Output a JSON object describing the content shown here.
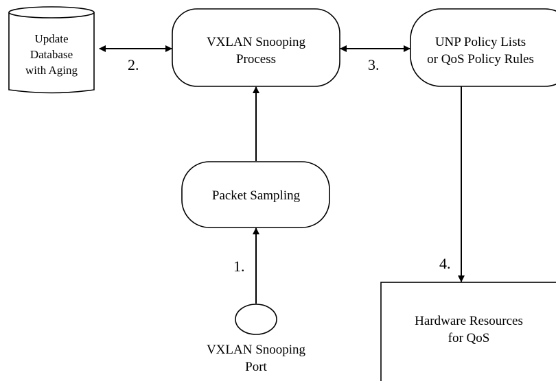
{
  "nodes": {
    "database": {
      "lines": [
        "Update",
        "Database",
        "with Aging"
      ],
      "shape": "cylinder"
    },
    "process": {
      "lines": [
        "VXLAN Snooping",
        "Process"
      ],
      "shape": "rounded-rectangle"
    },
    "policy": {
      "lines": [
        "UNP Policy Lists",
        "or QoS Policy Rules"
      ],
      "shape": "rounded-rectangle"
    },
    "sampling": {
      "lines": [
        "Packet Sampling"
      ],
      "shape": "rounded-rectangle"
    },
    "port": {
      "lines": [
        "VXLAN Snooping",
        "Port"
      ],
      "shape": "ellipse"
    },
    "hardware": {
      "lines": [
        "Hardware Resources",
        "for QoS"
      ],
      "shape": "rectangle"
    }
  },
  "steps": {
    "step1": "1.",
    "step2": "2.",
    "step3": "3.",
    "step4": "4."
  },
  "edges": [
    {
      "from": "port",
      "to": "sampling",
      "direction": "forward",
      "label": "step1"
    },
    {
      "from": "sampling",
      "to": "process",
      "direction": "forward",
      "label": ""
    },
    {
      "from": "database",
      "to": "process",
      "direction": "both",
      "label": "step2"
    },
    {
      "from": "process",
      "to": "policy",
      "direction": "both",
      "label": "step3"
    },
    {
      "from": "policy",
      "to": "hardware",
      "direction": "forward",
      "label": "step4"
    }
  ]
}
